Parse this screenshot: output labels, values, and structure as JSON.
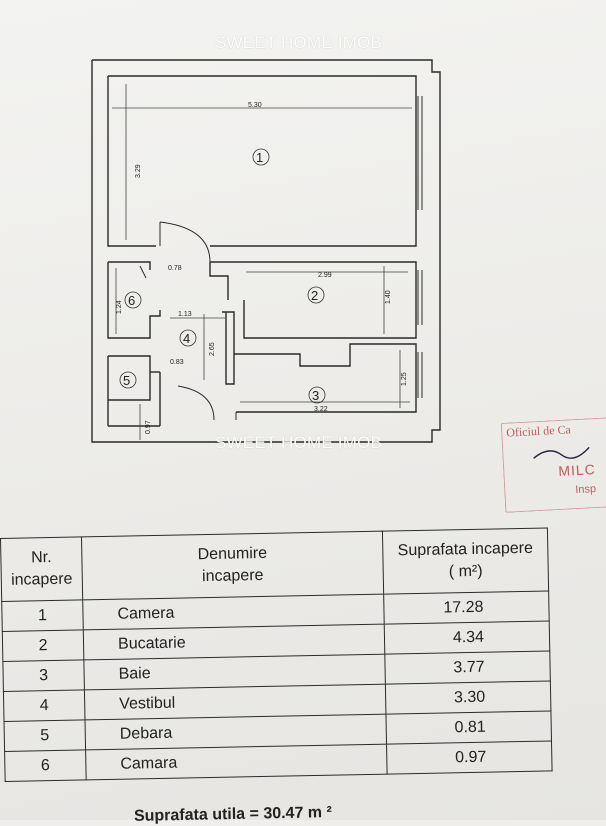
{
  "watermark": "SWEET HOME IMOB",
  "plan": {
    "dimensions": [
      "5.30",
      "3.29",
      "0.78",
      "2.99",
      "1.24",
      "1.40",
      "1.13",
      "2.65",
      "0.83",
      "1.25",
      "3.22",
      "0.97"
    ],
    "room_numbers": [
      "1",
      "2",
      "3",
      "4",
      "5",
      "6"
    ]
  },
  "stamp": {
    "line1": "Oficiul de Ca",
    "line2": "MILC",
    "line3": "Insp"
  },
  "table": {
    "headers": {
      "nr": "Nr.\nincapere",
      "name": "Denumire\nincapere",
      "area": "Suprafata incapere\n( m²)"
    },
    "rows": [
      {
        "nr": "1",
        "name": "Camera",
        "area": "17.28"
      },
      {
        "nr": "2",
        "name": "Bucatarie",
        "area": "4.34"
      },
      {
        "nr": "3",
        "name": "Baie",
        "area": "3.77"
      },
      {
        "nr": "4",
        "name": "Vestibul",
        "area": "3.30"
      },
      {
        "nr": "5",
        "name": "Debara",
        "area": "0.81"
      },
      {
        "nr": "6",
        "name": "Camara",
        "area": "0.97"
      }
    ],
    "total": "Suprafata utila = 30.47 m ²"
  }
}
